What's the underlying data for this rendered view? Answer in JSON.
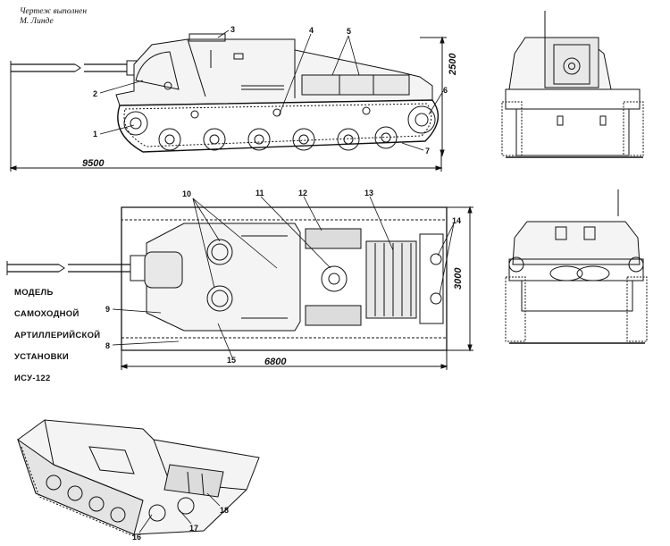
{
  "credit": {
    "line1": "Чертеж выполнен",
    "line2": "М. Линде"
  },
  "title": {
    "lines": [
      "МОДЕЛЬ",
      "САМОХОДНОЙ",
      "АРТИЛЛЕРИЙСКОЙ",
      "УСТАНОВКИ",
      "ИСУ-122"
    ]
  },
  "dimensions": {
    "side_length": "9500",
    "side_height": "2500",
    "top_length": "6800",
    "top_width": "3000"
  },
  "callouts": {
    "c1": "1",
    "c2": "2",
    "c3": "3",
    "c4": "4",
    "c5": "5",
    "c6": "6",
    "c7": "7",
    "c8": "8",
    "c9": "9",
    "c10": "10",
    "c11": "11",
    "c12": "12",
    "c13": "13",
    "c14": "14",
    "c15": "15",
    "c16": "16",
    "c17": "17",
    "c18": "18"
  }
}
